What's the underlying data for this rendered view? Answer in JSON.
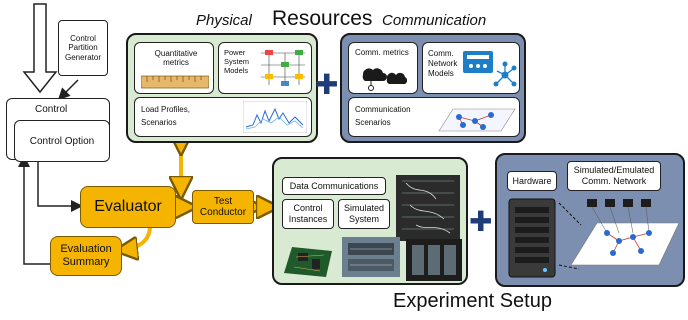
{
  "headings": {
    "physical": "Physical",
    "resources": "Resources",
    "communication": "Communication",
    "experiment_setup": "Experiment Setup"
  },
  "left": {
    "control_partition_generator": "Control Partition Generator",
    "control": "Control",
    "control_option": "Control Option",
    "evaluator": "Evaluator",
    "evaluation_summary": "Evaluation Summary",
    "test_conductor": "Test Conductor"
  },
  "physical": {
    "quantitative_metrics": "Quantitative metrics",
    "power_system_models": "Power System Models",
    "load_profiles": "Load Profiles, Scenarios"
  },
  "communication": {
    "comm_metrics": "Comm. metrics",
    "comm_network_models": "Comm. Network Models",
    "communication_scenarios": "Communication Scenarios"
  },
  "experiment": {
    "data_communications": "Data Communications",
    "control_instances": "Control Instances",
    "simulated_system": "Simulated System",
    "hardware": "Hardware",
    "simulated_emulated_network": "Simulated/Emulated Comm. Network"
  },
  "colors": {
    "green_panel": "#d9ead3",
    "blue_panel": "#7d8fb0",
    "orange": "#f4b400",
    "plus": "#1f3c78"
  }
}
